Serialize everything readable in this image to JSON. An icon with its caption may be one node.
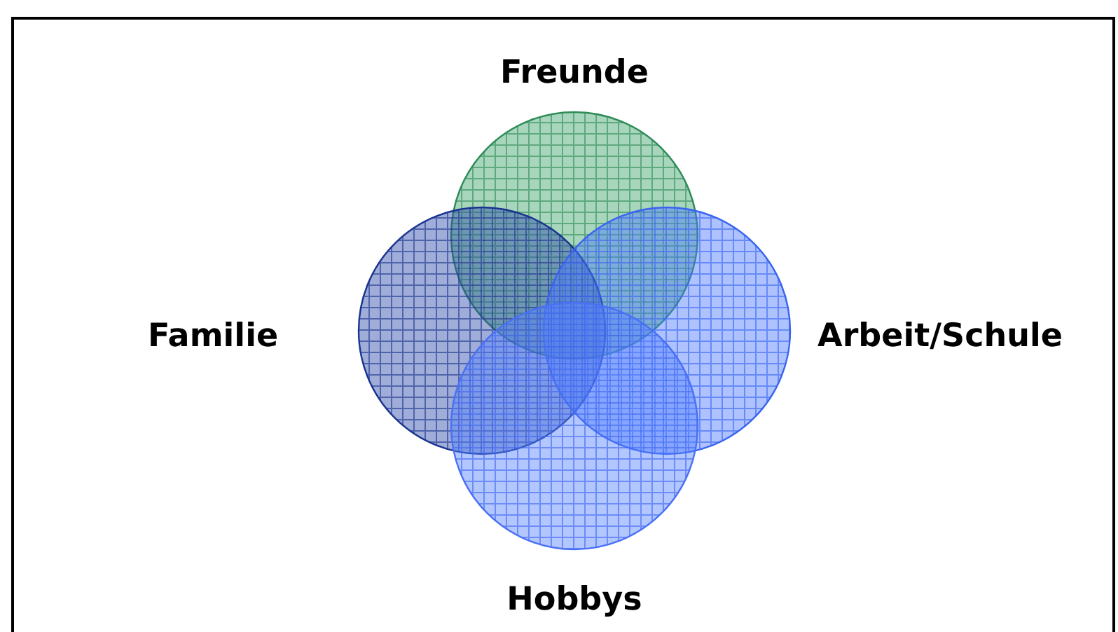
{
  "diagram": {
    "nodes": [
      {
        "text": [
          "Freunde"
        ]
      },
      {
        "text": [
          "Familie"
        ]
      },
      {
        "text": [
          "Arbeit/Schule"
        ]
      },
      {
        "text": [
          "Hobbys"
        ]
      }
    ]
  }
}
